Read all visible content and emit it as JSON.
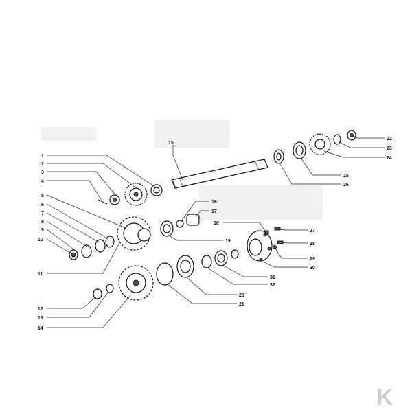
{
  "diagram": {
    "labels": [
      "1",
      "2",
      "3",
      "4",
      "5",
      "6",
      "7",
      "8",
      "9",
      "10",
      "11",
      "12",
      "13",
      "14",
      "15",
      "16",
      "17",
      "18",
      "19",
      "20",
      "21",
      "22",
      "23",
      "24",
      "25",
      "26",
      "27",
      "28",
      "29",
      "30",
      "31",
      "32"
    ]
  },
  "logo": {
    "glyph": "K",
    "color": "#cfcfcf"
  }
}
